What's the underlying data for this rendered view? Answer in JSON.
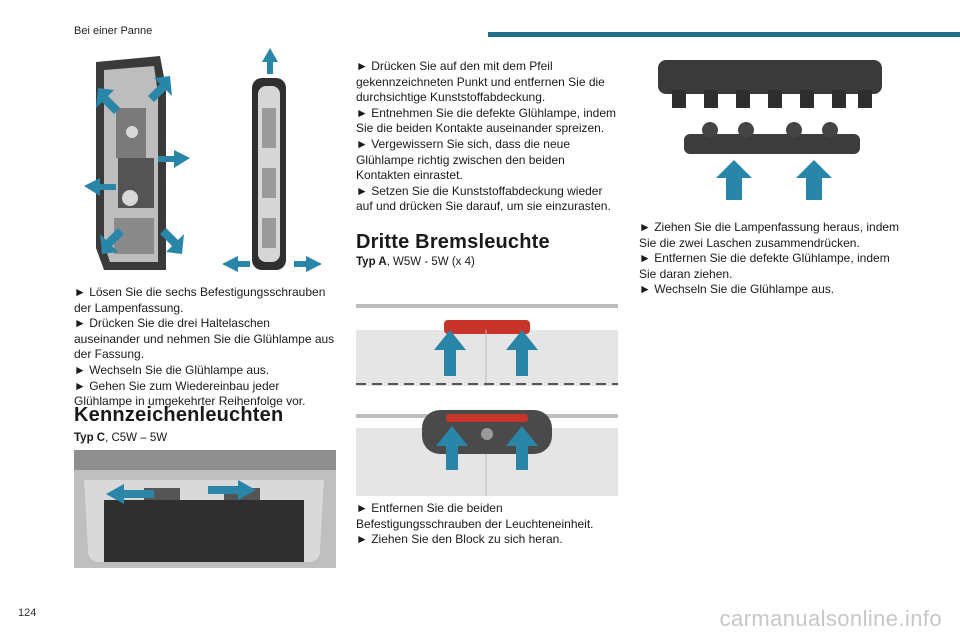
{
  "header": {
    "section_title": "Bei einer Panne"
  },
  "page_number": "124",
  "watermark": "carmanualsonline.info",
  "col1": {
    "steps": [
      "► Lösen Sie die sechs Befestigungsschrauben der Lampenfassung.",
      "► Drücken Sie die drei Haltelaschen auseinander und nehmen Sie die Glühlampe aus der Fassung.",
      "► Wechseln Sie die Glühlampe aus.",
      "► Gehen Sie zum Wiedereinbau jeder Glühlampe in umgekehrter Reihenfolge vor."
    ],
    "heading": "Kennzeichenleuchten",
    "subtitle_bold": "Typ C",
    "subtitle_rest": ", C5W – 5W"
  },
  "col2": {
    "steps_top": [
      "► Drücken Sie auf den mit dem Pfeil gekennzeichneten Punkt und entfernen Sie die durchsichtige Kunststoffabdeckung.",
      "► Entnehmen Sie die defekte Glühlampe, indem Sie die beiden Kontakte auseinander spreizen.",
      "► Vergewissern Sie sich, dass die neue Glühlampe richtig zwischen den beiden Kontakten einrastet.",
      "► Setzen Sie die Kunststoffabdeckung wieder auf und drücken Sie darauf, um sie einzurasten."
    ],
    "heading": "Dritte Bremsleuchte",
    "subtitle_bold": "Typ A",
    "subtitle_rest": ", W5W - 5W (x 4)",
    "steps_bottom": [
      "► Entfernen Sie die beiden Befestigungsschrauben der Leuchteneinheit.",
      "► Ziehen Sie den Block zu sich heran."
    ]
  },
  "col3": {
    "steps": [
      "► Ziehen Sie die Lampenfassung heraus, indem Sie die zwei Laschen zusammendrücken.",
      "► Entfernen Sie die defekte Glühlampe, indem Sie daran ziehen.",
      "► Wechseln Sie die Glühlampe aus."
    ]
  },
  "colors": {
    "accent": "#1e6f87",
    "arrow": "#2a86a8"
  }
}
